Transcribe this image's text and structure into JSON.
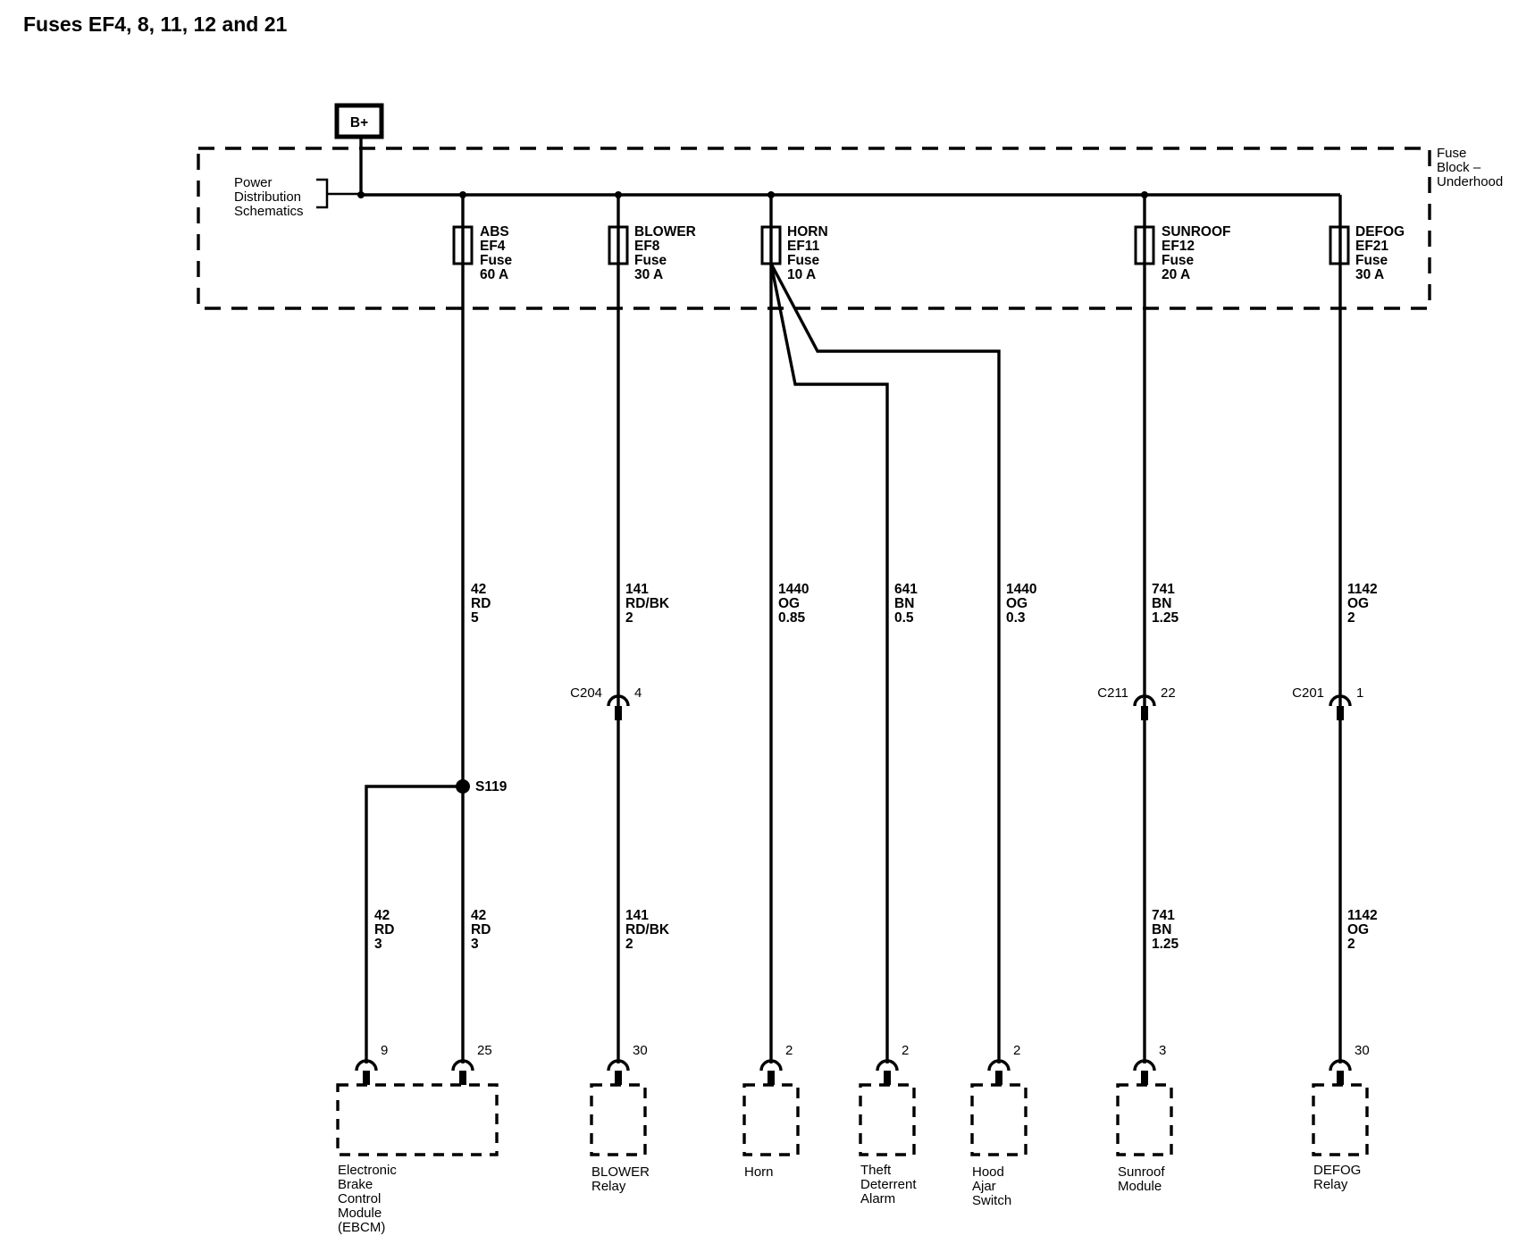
{
  "title": "Fuses EF4, 8, 11, 12 and 21",
  "power_source": "B+",
  "power_distribution_label": [
    "Power",
    "Distribution",
    "Schematics"
  ],
  "fuse_block_label": [
    "Fuse",
    "Block –",
    "Underhood"
  ],
  "fuses": [
    {
      "lines": [
        "ABS",
        "EF4",
        "Fuse",
        "60 A"
      ]
    },
    {
      "lines": [
        "BLOWER",
        "EF8",
        "Fuse",
        "30 A"
      ]
    },
    {
      "lines": [
        "HORN",
        "EF11",
        "Fuse",
        "10 A"
      ]
    },
    {
      "lines": [
        "SUNROOF",
        "EF12",
        "Fuse",
        "20 A"
      ]
    },
    {
      "lines": [
        "DEFOG",
        "EF21",
        "Fuse",
        "30 A"
      ]
    }
  ],
  "upper_wires": [
    {
      "lines": [
        "42",
        "RD",
        "5"
      ]
    },
    {
      "lines": [
        "141",
        "RD/BK",
        "2"
      ]
    },
    {
      "lines": [
        "1440",
        "OG",
        "0.85"
      ]
    },
    {
      "lines": [
        "641",
        "BN",
        "0.5"
      ]
    },
    {
      "lines": [
        "1440",
        "OG",
        "0.3"
      ]
    },
    {
      "lines": [
        "741",
        "BN",
        "1.25"
      ]
    },
    {
      "lines": [
        "1142",
        "OG",
        "2"
      ]
    }
  ],
  "inline_connectors": [
    {
      "name": "C204",
      "pin": "4"
    },
    {
      "name": "C211",
      "pin": "22"
    },
    {
      "name": "C201",
      "pin": "1"
    }
  ],
  "splice": "S119",
  "lower_wires": [
    {
      "lines": [
        "42",
        "RD",
        "3"
      ]
    },
    {
      "lines": [
        "42",
        "RD",
        "3"
      ]
    },
    {
      "lines": [
        "141",
        "RD/BK",
        "2"
      ]
    },
    {
      "lines": [
        "741",
        "BN",
        "1.25"
      ]
    },
    {
      "lines": [
        "1142",
        "OG",
        "2"
      ]
    }
  ],
  "component_pins": [
    "9",
    "25",
    "30",
    "2",
    "2",
    "2",
    "3",
    "30"
  ],
  "components": [
    {
      "lines": [
        "Electronic",
        "Brake",
        "Control",
        "Module",
        "(EBCM)"
      ]
    },
    {
      "lines": [
        "BLOWER",
        "Relay"
      ]
    },
    {
      "lines": [
        "Horn"
      ]
    },
    {
      "lines": [
        "Theft",
        "Deterrent",
        "Alarm"
      ]
    },
    {
      "lines": [
        "Hood",
        "Ajar",
        "Switch"
      ]
    },
    {
      "lines": [
        "Sunroof",
        "Module"
      ]
    },
    {
      "lines": [
        "DEFOG",
        "Relay"
      ]
    }
  ]
}
